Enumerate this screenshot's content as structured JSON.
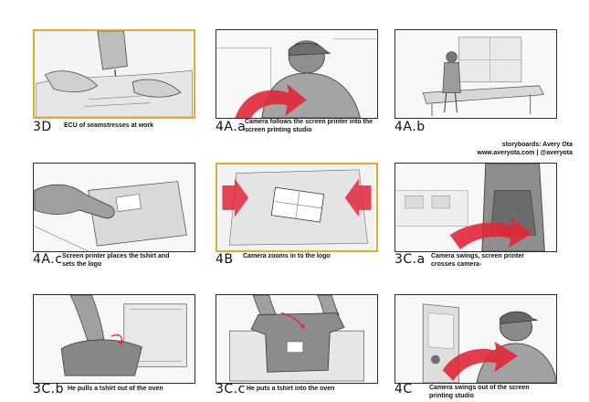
{
  "credit": {
    "line1": "storyboards: Avery Ota",
    "line2": "www.averyota.com | @averyota"
  },
  "colors": {
    "highlight_border": "#e6a930",
    "camera_arrow": "#e0283a",
    "panel_border": "#2b2b2b",
    "sketch_gray": "#9a9a9a"
  },
  "panels": [
    {
      "id": "3D",
      "caption": [
        "ECU of seamstresses at work"
      ],
      "highlighted": true,
      "illustration": "sewing-machine-closeup"
    },
    {
      "id": "4A.a",
      "caption": [
        "Camera follows the screen printer into the",
        "screen printing studio"
      ],
      "highlighted": false,
      "illustration": "printer-from-behind-with-camera-arrow"
    },
    {
      "id": "4A.b",
      "caption": [],
      "highlighted": false,
      "illustration": "printer-at-table-wide-shot"
    },
    {
      "id": "4A.c",
      "caption": [
        "Screen printer places the tshirt and",
        "sets the logo"
      ],
      "highlighted": false,
      "illustration": "hand-on-press"
    },
    {
      "id": "4B",
      "caption": [
        "Camera zooms in to the logo"
      ],
      "highlighted": true,
      "illustration": "logo-closeup-with-zoom-arrows"
    },
    {
      "id": "3C.a",
      "caption": [
        "Camera swings, screen printer",
        "crosses camera-"
      ],
      "highlighted": false,
      "illustration": "printer-crossing-with-camera-arrow"
    },
    {
      "id": "3C.b",
      "caption": [
        "He pulls a tshirt out of the oven"
      ],
      "highlighted": false,
      "illustration": "pulling-tshirt-from-oven"
    },
    {
      "id": "3C.c",
      "caption": [
        "He puts a tshirt into the oven"
      ],
      "highlighted": false,
      "illustration": "putting-tshirt-into-oven"
    },
    {
      "id": "4C",
      "caption": [
        "Camera swings out of the screen",
        "printing studio"
      ],
      "highlighted": false,
      "illustration": "printer-exiting-with-camera-arrow"
    }
  ]
}
